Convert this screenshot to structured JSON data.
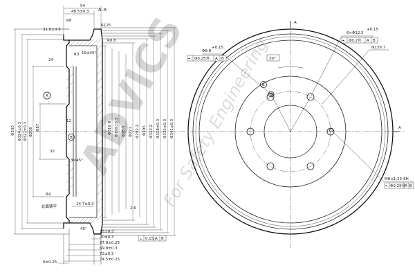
{
  "watermark": {
    "brand": "ADVICS",
    "tagline": "For Safety Engineering"
  },
  "section_view": {
    "top_dims": [
      "54",
      "48.5±0.3",
      "R8",
      "31.6±0.3",
      "R125",
      "R0.8",
      "R3",
      "15±45°",
      "24"
    ],
    "vertical_dims": [
      "Φ330",
      "Φ324±0.3",
      "Φ321±0.3",
      "Φ200",
      "Φ87",
      "Φ316 R",
      "Φ199±0.3",
      "Φ28.5",
      "Φ221",
      "Φ292.2",
      "Φ295",
      "Φ323.2",
      "Φ328±0.3",
      "Φ332±0.3",
      "Φ341±0.3"
    ],
    "labels": [
      "A",
      "B",
      "12",
      "32",
      "3×45°",
      "R4",
      "此面铸字",
      "45°",
      "2.6",
      "14.7±0.3"
    ],
    "view_marker": "A–A",
    "bottom_dims": [
      "15±0.3",
      "20±0.3",
      "67.8±0.25",
      "69.8±0.3",
      "72±0.3",
      "74.5±0.25",
      "6±0.25"
    ],
    "tolerance_frame": [
      "⟂",
      "0.15",
      "A",
      "B"
    ]
  },
  "front_view": {
    "section_marks": [
      "A",
      "A"
    ],
    "callouts": {
      "hole_small": "Φ8.8",
      "hole_small_sup": "+0.15",
      "hole_small_frame": [
        "⌖",
        "Φ0.25Ⓜ",
        "A",
        "B"
      ],
      "angle": "30°",
      "hole_pcd": "6×Φ12.5",
      "hole_pcd_sup": "+0.15",
      "hole_pcd_frame": [
        "⌖",
        "Φ0.2Ⓜ",
        "A",
        "B"
      ],
      "pcd": "Φ139.7",
      "thread": "M8×1.25-6H",
      "thread_frame": [
        "⌖",
        "Φ0.25Ⓜ",
        "A",
        "B"
      ],
      "b_label": "B"
    }
  }
}
